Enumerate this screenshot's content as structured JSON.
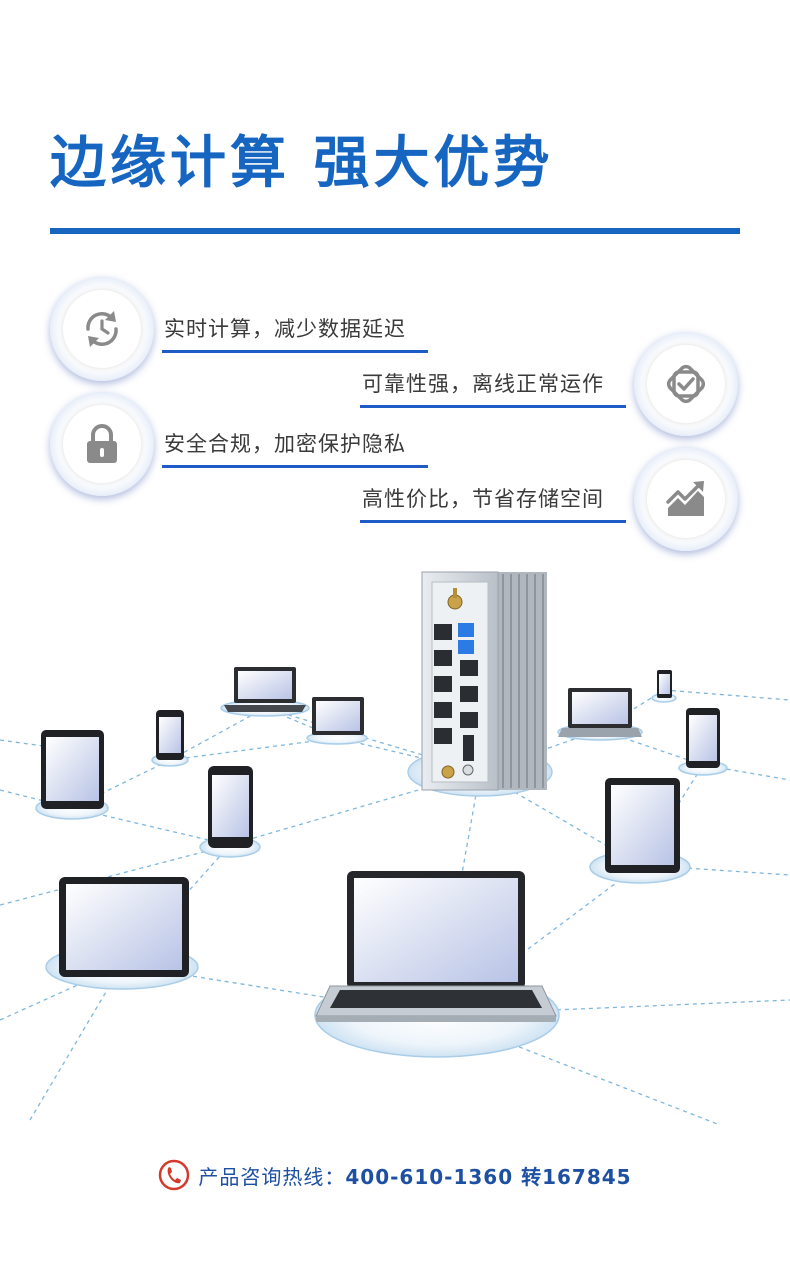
{
  "title": "边缘计算  强大优势",
  "features": [
    {
      "icon": "refresh-clock-icon",
      "text": "实时计算，减少数据延迟"
    },
    {
      "icon": "shield-check-icon",
      "text": "可靠性强，离线正常运作"
    },
    {
      "icon": "lock-icon",
      "text": "安全合规，加密保护隐私"
    },
    {
      "icon": "trend-chart-icon",
      "text": "高性价比，节省存储空间"
    }
  ],
  "hotline": {
    "label": "产品咨询热线：",
    "number": "400-610-1360 转167845"
  },
  "colors": {
    "brand": "#1666c1",
    "accent": "#1e5bc6",
    "ring": "#1d3fbf"
  }
}
